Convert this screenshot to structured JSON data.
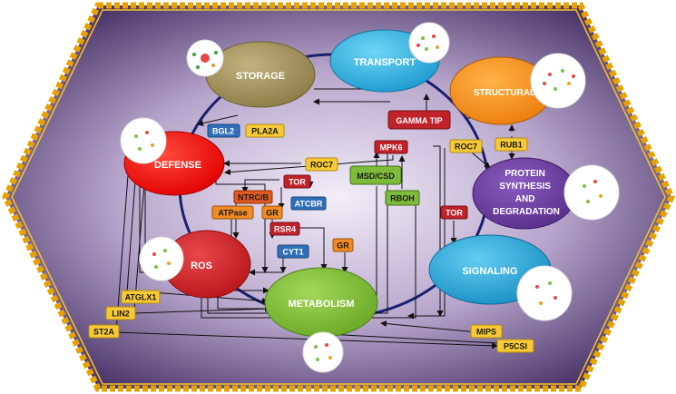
{
  "diagram": {
    "categories": {
      "storage": "STORAGE",
      "transport": "TRANSPORT",
      "structural": "STRUCTURAL",
      "defense": "DEFENSE",
      "protein": [
        "PROTEIN",
        "SYNTHESIS",
        "AND",
        "DEGRADATION"
      ],
      "ros": "ROS",
      "signaling": "SIGNALING",
      "metabolism": "METABOLISM"
    },
    "genes": {
      "bgl2": "BGL2",
      "pla2a": "PLA2A",
      "gamma_tip": "GAMMA TIP",
      "rub1": "RUB1",
      "roc7_right": "ROC7",
      "roc7_left": "ROC7",
      "mpk6": "MPK6",
      "tor_top": "TOR",
      "ntrc_b": "NTRC/B",
      "atcbr": "ATCBR",
      "atpase": "ATPase",
      "gr_left": "GR",
      "msd_csd": "MSD/CSD",
      "rboh": "RBOH",
      "tor_right": "TOR",
      "rsr4": "RSR4",
      "cyt1": "CYT1",
      "gr_right": "GR",
      "atglx1": "ATGLX1",
      "lin2": "LIN2",
      "st2a": "ST2A",
      "mips": "MIPS",
      "p5csi": "P5CSI"
    }
  }
}
